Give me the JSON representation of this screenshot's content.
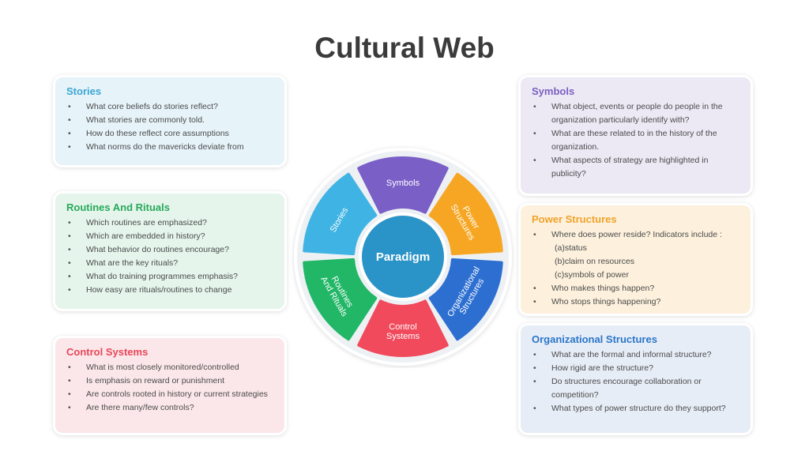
{
  "title": "Cultural Web",
  "colors": {
    "stories": "#3fb3e3",
    "symbols": "#7a5fc7",
    "power": "#f6a623",
    "org": "#2d6fd1",
    "control": "#f04a5c",
    "routines": "#21b767",
    "paradigm": "#2a93c7"
  },
  "center_label": "Paradigm",
  "segments": {
    "stories": [
      "Stories"
    ],
    "symbols": [
      "Symbols"
    ],
    "power": [
      "Power",
      "Structures"
    ],
    "org": [
      "Organizational",
      "Structures"
    ],
    "control": [
      "Control",
      "Systems"
    ],
    "routines": [
      "Routines",
      "And Rituals"
    ]
  },
  "cards": {
    "stories": {
      "heading": "Stories",
      "items": [
        "What core beliefs do stories reflect?",
        "What stories are commonly told.",
        "How do these reflect core assumptions",
        "What norms do the mavericks deviate from"
      ]
    },
    "routines": {
      "heading": "Routines And Rituals",
      "items": [
        "Which routines are emphasized?",
        "Which are embedded in history?",
        "What behavior do routines encourage?",
        "What are the key rituals?",
        "What do training programmes emphasis?",
        "How easy are rituals/routines to change"
      ]
    },
    "control": {
      "heading": "Control Systems",
      "items": [
        "What is most closely monitored/controlled",
        "Is emphasis on reward or punishment",
        "Are controls rooted in history or current strategies",
        "Are there many/few controls?"
      ]
    },
    "symbols": {
      "heading": "Symbols",
      "items": [
        "What object, events or people do people in the organization particularly identify with?",
        "What are these related to in the history of the organization.",
        "What aspects of strategy are highlighted in publicity?"
      ]
    },
    "power": {
      "heading": "Power Structures",
      "item1": "Where does power reside? Indicators include :",
      "sub1": "(a)status",
      "sub2": "(b)claim on resources",
      "sub3": "(c)symbols  of  power",
      "item2": "Who makes things happen?",
      "item3": "Who stops things happening?"
    },
    "org": {
      "heading": "Organizational Structures",
      "items": [
        "What are the formal and informal structure?",
        "How rigid are the structure?",
        "Do structures encourage collaboration or competition?",
        "What types of power structure do they support?"
      ]
    }
  }
}
